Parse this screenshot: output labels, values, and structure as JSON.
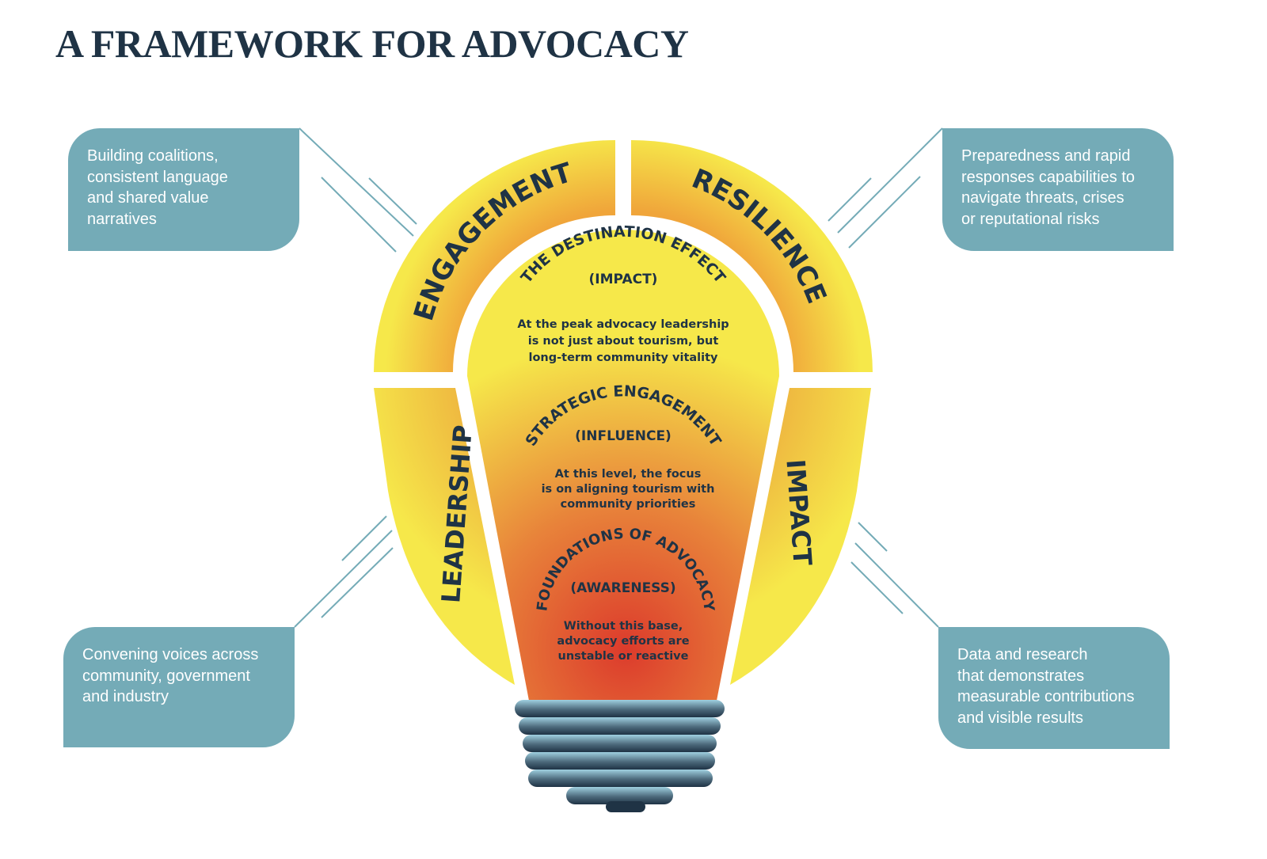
{
  "title": "A FRAMEWORK FOR ADVOCACY",
  "segments": {
    "engagement": "ENGAGEMENT",
    "resilience": "RESILIENCE",
    "leadership": "LEADERSHIP",
    "impact": "IMPACT"
  },
  "callouts": {
    "engagement": [
      "Building coalitions,",
      "consistent language",
      "and shared value",
      "narratives"
    ],
    "resilience": [
      "Preparedness and rapid",
      "responses capabilities to",
      "navigate threats, crises",
      "or reputational risks"
    ],
    "leadership": [
      "Convening voices across",
      "community, government",
      "and industry"
    ],
    "impact": [
      "Data and research",
      "that demonstrates",
      "measurable contributions",
      "and visible results"
    ]
  },
  "levels": [
    {
      "name": "THE DESTINATION EFFECT",
      "sub": "(IMPACT)",
      "desc": [
        "At the peak advocacy leadership",
        "is not just about tourism, but",
        "long-term community vitality"
      ]
    },
    {
      "name": "STRATEGIC ENGAGEMENT",
      "sub": "(INFLUENCE)",
      "desc": [
        "At this level, the focus",
        "is on aligning tourism with",
        "community priorities"
      ]
    },
    {
      "name": "FOUNDATIONS OF ADVOCACY",
      "sub": "(AWARENESS)",
      "desc": [
        "Without this base,",
        "advocacy efforts are",
        "unstable or reactive"
      ]
    }
  ],
  "colors": {
    "navy": "#1f3345",
    "teal": "#74abb7",
    "yellow": "#f6e84a",
    "orange": "#e8833a",
    "red": "#dc3b2c"
  }
}
